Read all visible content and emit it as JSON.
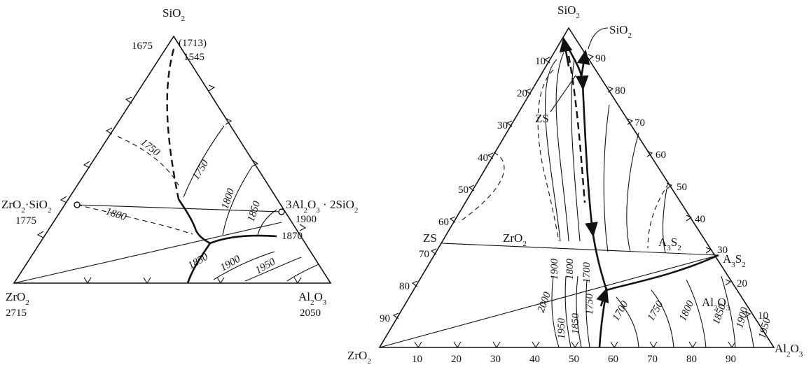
{
  "left": {
    "apex_top": "SiO2",
    "apex_left": "ZrO2",
    "apex_right": "Al2O3",
    "top_temp_left": "1675",
    "top_temp_paren": "(1713)",
    "top_temp_right": "1545",
    "zircon_label": "ZrO2·SiO2",
    "zircon_temp": "1775",
    "mullite_label": "3Al2O3 · 2SiO2",
    "mullite_temp": "1900",
    "mullite_temp2": "1870",
    "zro2_temp": "2715",
    "al2o3_temp": "2050",
    "isotherms": [
      "1750",
      "1750",
      "1800",
      "1850",
      "1800",
      "1850",
      "1900",
      "1950"
    ]
  },
  "right": {
    "apex_top": "SiO2",
    "apex_left": "ZrO2",
    "apex_right": "Al2O3",
    "field_sio2": "SiO2",
    "field_zs": "ZS",
    "field_zs2": "ZS",
    "field_zro2": "ZrO2",
    "field_a3s2": "A3S2",
    "field_a3s2b": "A3S2",
    "field_al2o3": "Al2O3",
    "left_ticks": [
      "10",
      "20",
      "30",
      "40",
      "50",
      "60",
      "70",
      "80",
      "90"
    ],
    "right_ticks": [
      "90",
      "80",
      "70",
      "60",
      "50",
      "40",
      "30",
      "20",
      "10"
    ],
    "bottom_ticks": [
      "10",
      "20",
      "30",
      "40",
      "50",
      "60",
      "70",
      "80",
      "90"
    ],
    "isotherms_upper": [
      "1900",
      "1800",
      "1700"
    ],
    "isotherms_lower": [
      "2000",
      "1950",
      "1850",
      "1750",
      "1700",
      "1750",
      "1800",
      "1850",
      "1900",
      "1950"
    ]
  }
}
